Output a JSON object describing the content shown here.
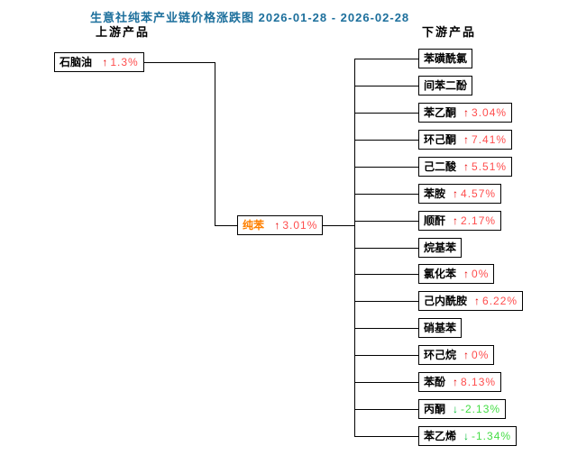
{
  "title": "生意社纯苯产业链价格涨跌图 2026-01-28 - 2026-02-28",
  "headers": {
    "upstream": "上游产品",
    "downstream": "下游产品"
  },
  "arrows": {
    "up": "↑",
    "down": "↓"
  },
  "colors": {
    "title": "#1c6f9c",
    "line": "#000000",
    "main_name": "#ff8000",
    "up_arrow": "#e60000",
    "up_pct": "#ff4d4d",
    "down_arrow": "#00bb33",
    "down_pct": "#44dd44"
  },
  "upstream_node": {
    "name": "石脑油",
    "direction": "up",
    "change": "1.3%"
  },
  "main_node": {
    "name": "纯苯",
    "direction": "up",
    "change": "3.01%"
  },
  "downstream_nodes": [
    {
      "name": "苯磺酰氯",
      "direction": null,
      "change": null
    },
    {
      "name": "间苯二酚",
      "direction": null,
      "change": null
    },
    {
      "name": "苯乙酮",
      "direction": "up",
      "change": "3.04%"
    },
    {
      "name": "环己酮",
      "direction": "up",
      "change": "7.41%"
    },
    {
      "name": "己二酸",
      "direction": "up",
      "change": "5.51%"
    },
    {
      "name": "苯胺",
      "direction": "up",
      "change": "4.57%"
    },
    {
      "name": "顺酐",
      "direction": "up",
      "change": "2.17%"
    },
    {
      "name": "烷基苯",
      "direction": null,
      "change": null
    },
    {
      "name": "氯化苯",
      "direction": "up",
      "change": "0%"
    },
    {
      "name": "己内酰胺",
      "direction": "up",
      "change": "6.22%"
    },
    {
      "name": "硝基苯",
      "direction": null,
      "change": null
    },
    {
      "name": "环己烷",
      "direction": "up",
      "change": "0%"
    },
    {
      "name": "苯酚",
      "direction": "up",
      "change": "8.13%"
    },
    {
      "name": "丙酮",
      "direction": "down",
      "change": "-2.13%"
    },
    {
      "name": "苯乙烯",
      "direction": "down",
      "change": "-1.34%"
    }
  ]
}
